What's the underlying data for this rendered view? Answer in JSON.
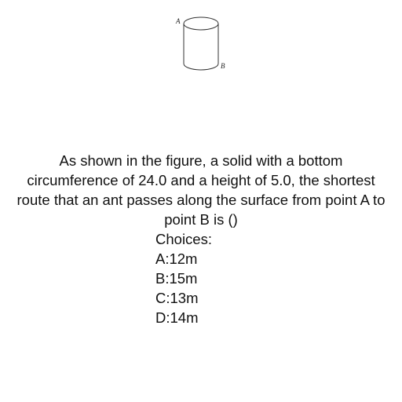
{
  "figure": {
    "label_a": "A",
    "label_b": "B"
  },
  "question": {
    "text": "As shown in the figure, a solid with a bottom circumference of 24.0 and a height of 5.0, the shortest route that an ant passes along the surface from point A to point B is ()"
  },
  "choices": {
    "header": "Choices:",
    "items": [
      "A:12m",
      "B:15m",
      "C:13m",
      "D:14m"
    ]
  }
}
